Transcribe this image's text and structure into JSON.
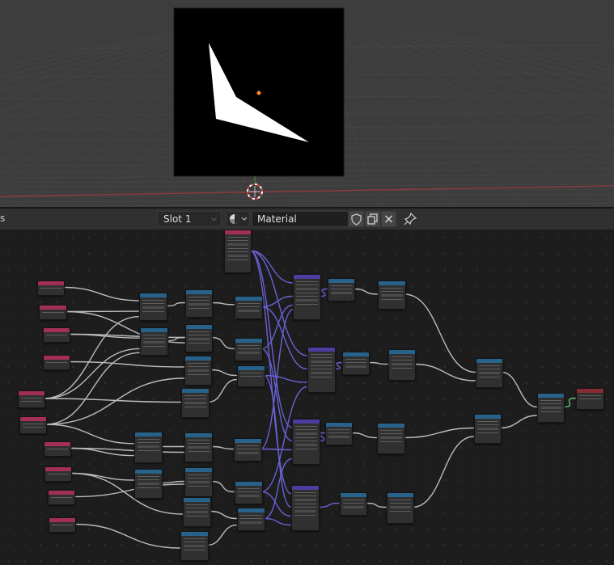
{
  "header": {
    "left_fragment": "s",
    "slot_label": "Slot 1",
    "material_name": "Material"
  },
  "icons": {
    "slot_dropdown": "chevron-down-icon",
    "material_type": "material-sphere-icon",
    "fake_user": "shield-icon",
    "duplicate": "copy-icon",
    "unlink": "close-icon",
    "pin": "pin-icon",
    "cursor": "3d-cursor-icon"
  },
  "colors": {
    "viewport_bg": "#3d3d3d",
    "editor_bg": "#1d1d1d",
    "grid_line": "#464646",
    "x_axis": "#8b3a3f",
    "input_node_header": "#a12f58",
    "math_node_header": "#28628a",
    "vector_node_header": "#4b3ea0",
    "output_node_header": "#872c33",
    "gray_wire": "#bcbcbc",
    "vector_wire": "#6a62d6",
    "shader_wire": "#5fbf6b",
    "origin_dot": "#ff8a2a"
  }
}
